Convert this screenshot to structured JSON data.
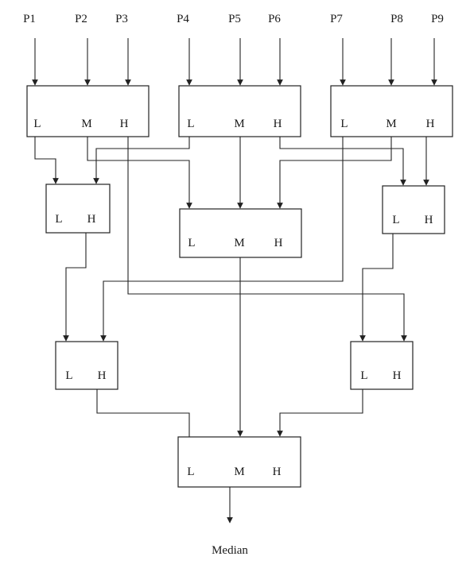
{
  "inputs": [
    "P1",
    "P2",
    "P3",
    "P4",
    "P5",
    "P6",
    "P7",
    "P8",
    "P9"
  ],
  "ports": {
    "low": "L",
    "mid": "M",
    "high": "H"
  },
  "output": "Median",
  "stroke_color": "#222222"
}
